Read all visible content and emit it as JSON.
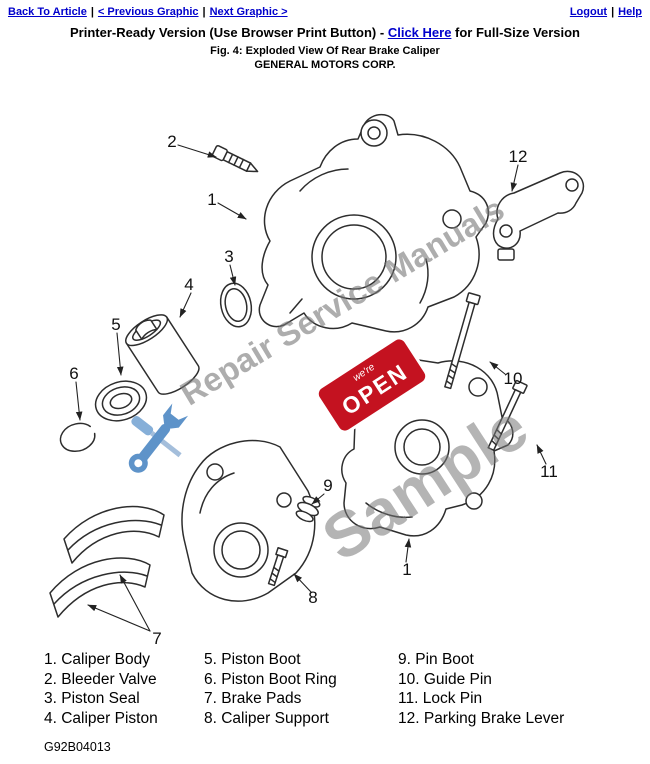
{
  "nav": {
    "back": "Back To Article",
    "previous": "< Previous Graphic",
    "next": "Next Graphic >",
    "logout": "Logout",
    "help": "Help",
    "separator": "|"
  },
  "header": {
    "printer_prefix": "Printer-Ready Version (Use Browser Print Button) - ",
    "click_here": "Click Here",
    "printer_suffix": " for Full-Size Version",
    "fig_title": "Fig. 4: Exploded View Of Rear Brake Caliper",
    "company": "GENERAL MOTORS CORP."
  },
  "diagram": {
    "callouts": [
      "2",
      "1",
      "12",
      "3",
      "4",
      "5",
      "6",
      "10",
      "11",
      "9",
      "7",
      "8",
      "1"
    ]
  },
  "watermark": {
    "brand": "Repair Service Manuals",
    "sample": "Sample",
    "sign_small": "we're",
    "sign_main": "OPEN",
    "gray": "#777777",
    "sign_red": "#c41220",
    "tool_blue": "#4d88c4"
  },
  "legend": {
    "col1": [
      "1. Caliper Body",
      "2. Bleeder Valve",
      "3. Piston Seal",
      "4. Caliper Piston"
    ],
    "col2": [
      "5. Piston Boot",
      "6. Piston Boot Ring",
      "7. Brake Pads",
      "8. Caliper Support"
    ],
    "col3": [
      "9. Pin Boot",
      "10. Guide Pin",
      "11. Lock Pin",
      "12. Parking Brake Lever"
    ]
  },
  "footer": {
    "part_code": "G92B04013"
  },
  "colors": {
    "link": "#0000cc"
  }
}
